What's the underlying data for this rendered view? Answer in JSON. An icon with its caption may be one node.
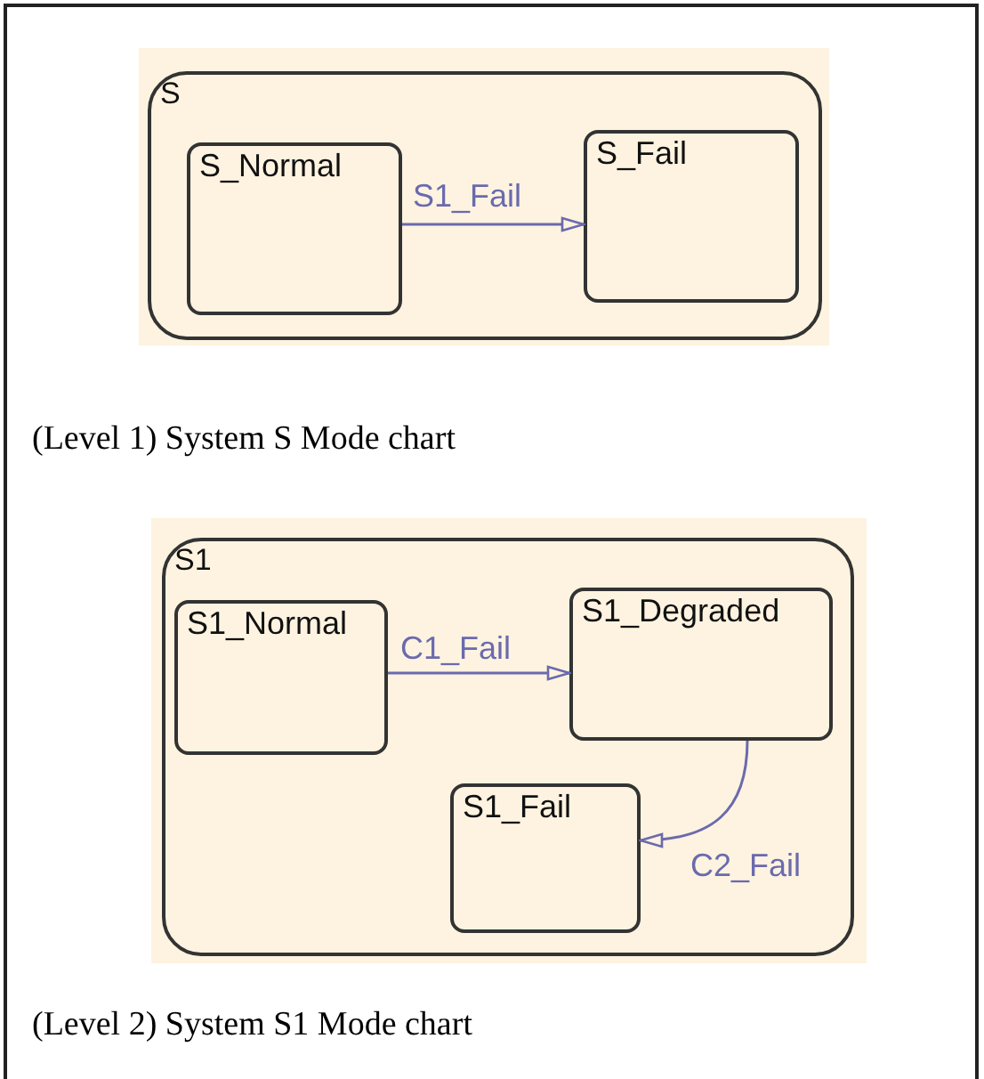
{
  "diagram": {
    "nodes": [
      {
        "text": [
          "S"
        ]
      },
      {
        "text": [
          "S_Normal"
        ],
        "in": 0
      },
      {
        "text": [
          "S_Fail"
        ],
        "in": 0
      },
      {
        "text": [
          "S1"
        ]
      },
      {
        "text": [
          "S1_Normal"
        ],
        "in": 3
      },
      {
        "text": [
          "S1_Degraded"
        ],
        "in": 3
      },
      {
        "text": [
          "S1_Fail"
        ],
        "in": 3
      }
    ],
    "edges": [
      {
        "from": 1,
        "to": 2,
        "arrow": "to",
        "label": "S1_Fail",
        "color": "#6a6aae"
      },
      {
        "from": 4,
        "to": 5,
        "arrow": "to",
        "label": "C1_Fail",
        "color": "#6a6aae"
      },
      {
        "from": 5,
        "to": 6,
        "arrow": "to",
        "label": "C2_Fail",
        "color": "#6a6aae"
      }
    ],
    "labels": [
      "(Level 1) System S Mode chart",
      "(Level 2) System S1 Mode chart"
    ]
  }
}
